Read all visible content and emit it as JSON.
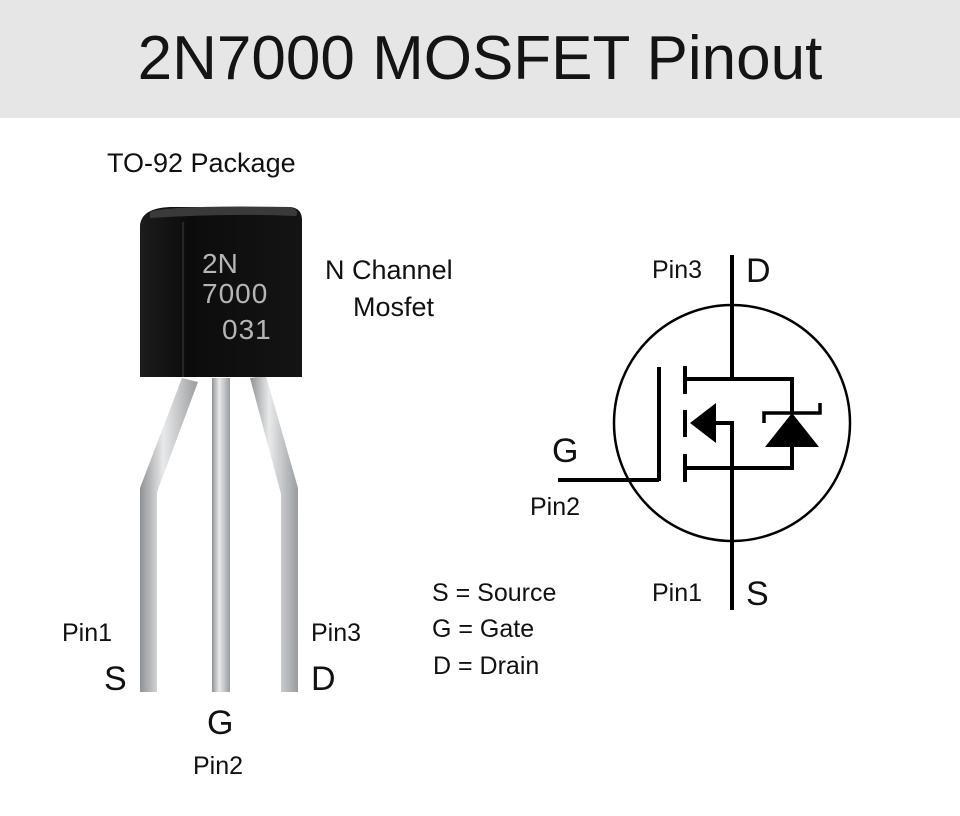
{
  "title": "2N7000 MOSFET Pinout",
  "package": {
    "label": "TO-92 Package",
    "marking": [
      "2N",
      "7000",
      "031"
    ]
  },
  "channel_label": [
    "N Channel",
    "Mosfet"
  ],
  "package_pins": [
    {
      "pin": "Pin1",
      "letter": "S"
    },
    {
      "pin": "Pin2",
      "letter": "G"
    },
    {
      "pin": "Pin3",
      "letter": "D"
    }
  ],
  "legend": [
    "S = Source",
    "G = Gate",
    "D = Drain"
  ],
  "symbol": {
    "drain": {
      "pin": "Pin3",
      "letter": "D"
    },
    "gate": {
      "pin": "Pin2",
      "letter": "G"
    },
    "source": {
      "pin": "Pin1",
      "letter": "S"
    }
  },
  "colors": {
    "header_bg": "#e6e6e6",
    "body": "#111111",
    "leg": "#c8cacc",
    "marking": "#b5b5b5"
  }
}
